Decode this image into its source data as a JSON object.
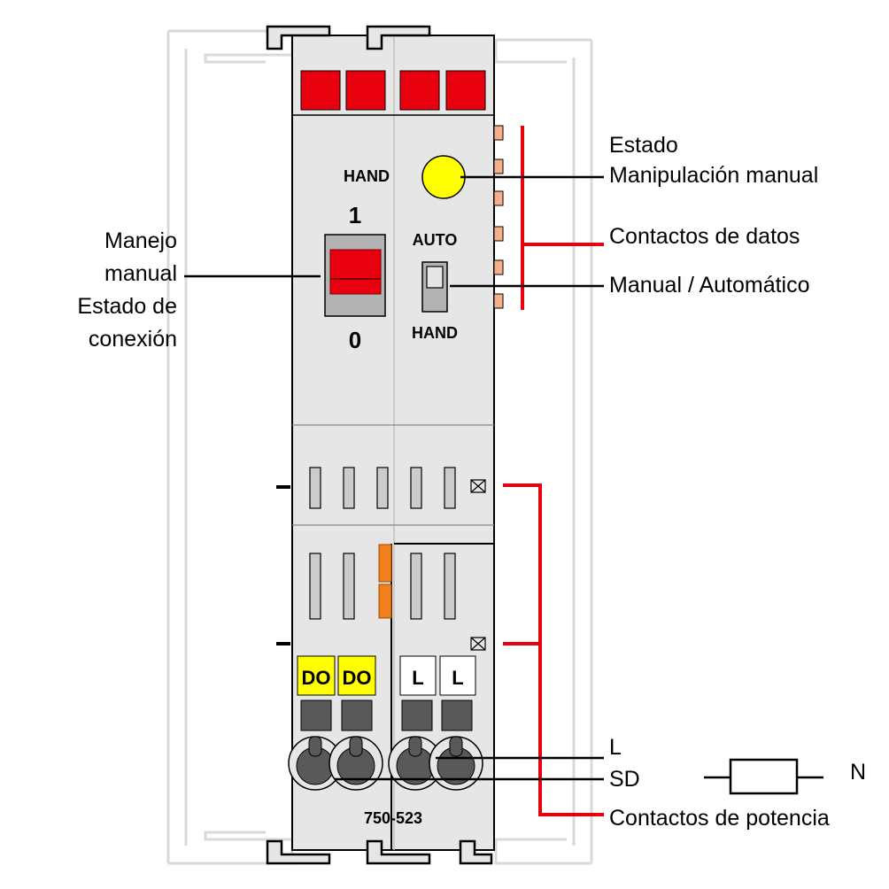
{
  "colors": {
    "module_body": "#e6e6e6",
    "rail_outline": "#d9d9d9",
    "callout_red": "#e8000f",
    "led_red": "#e8000f",
    "led_yellow": "#ffff00",
    "terminal_yellow": "#ffff00",
    "orange_jumper": "#f07f1e",
    "data_contact": "#f5b08a",
    "dark_gray": "#595959"
  },
  "module": {
    "label_hand_top": "HAND",
    "label_one": "1",
    "label_zero": "0",
    "label_auto": "AUTO",
    "label_hand_bottom": "HAND",
    "part_number": "750-523",
    "terminals": [
      "DO",
      "DO",
      "L",
      "L"
    ]
  },
  "callouts": {
    "status_manual_line1": "Estado",
    "status_manual_line2": "Manipulación manual",
    "data_contacts": "Contactos de datos",
    "manual_auto": "Manual / Automático",
    "manual_handling_line1": "Manejo",
    "manual_handling_line2": "manual",
    "manual_handling_line3": "Estado de",
    "manual_handling_line4": "conexión",
    "l_label": "L",
    "sd_label": "SD",
    "power_contacts": "Contactos de potencia",
    "n_label": "N"
  },
  "icons": [
    "resistor-symbol-icon",
    "screw-clamp-icon",
    "status-led-icon",
    "switch-lever-icon",
    "slide-switch-icon"
  ]
}
